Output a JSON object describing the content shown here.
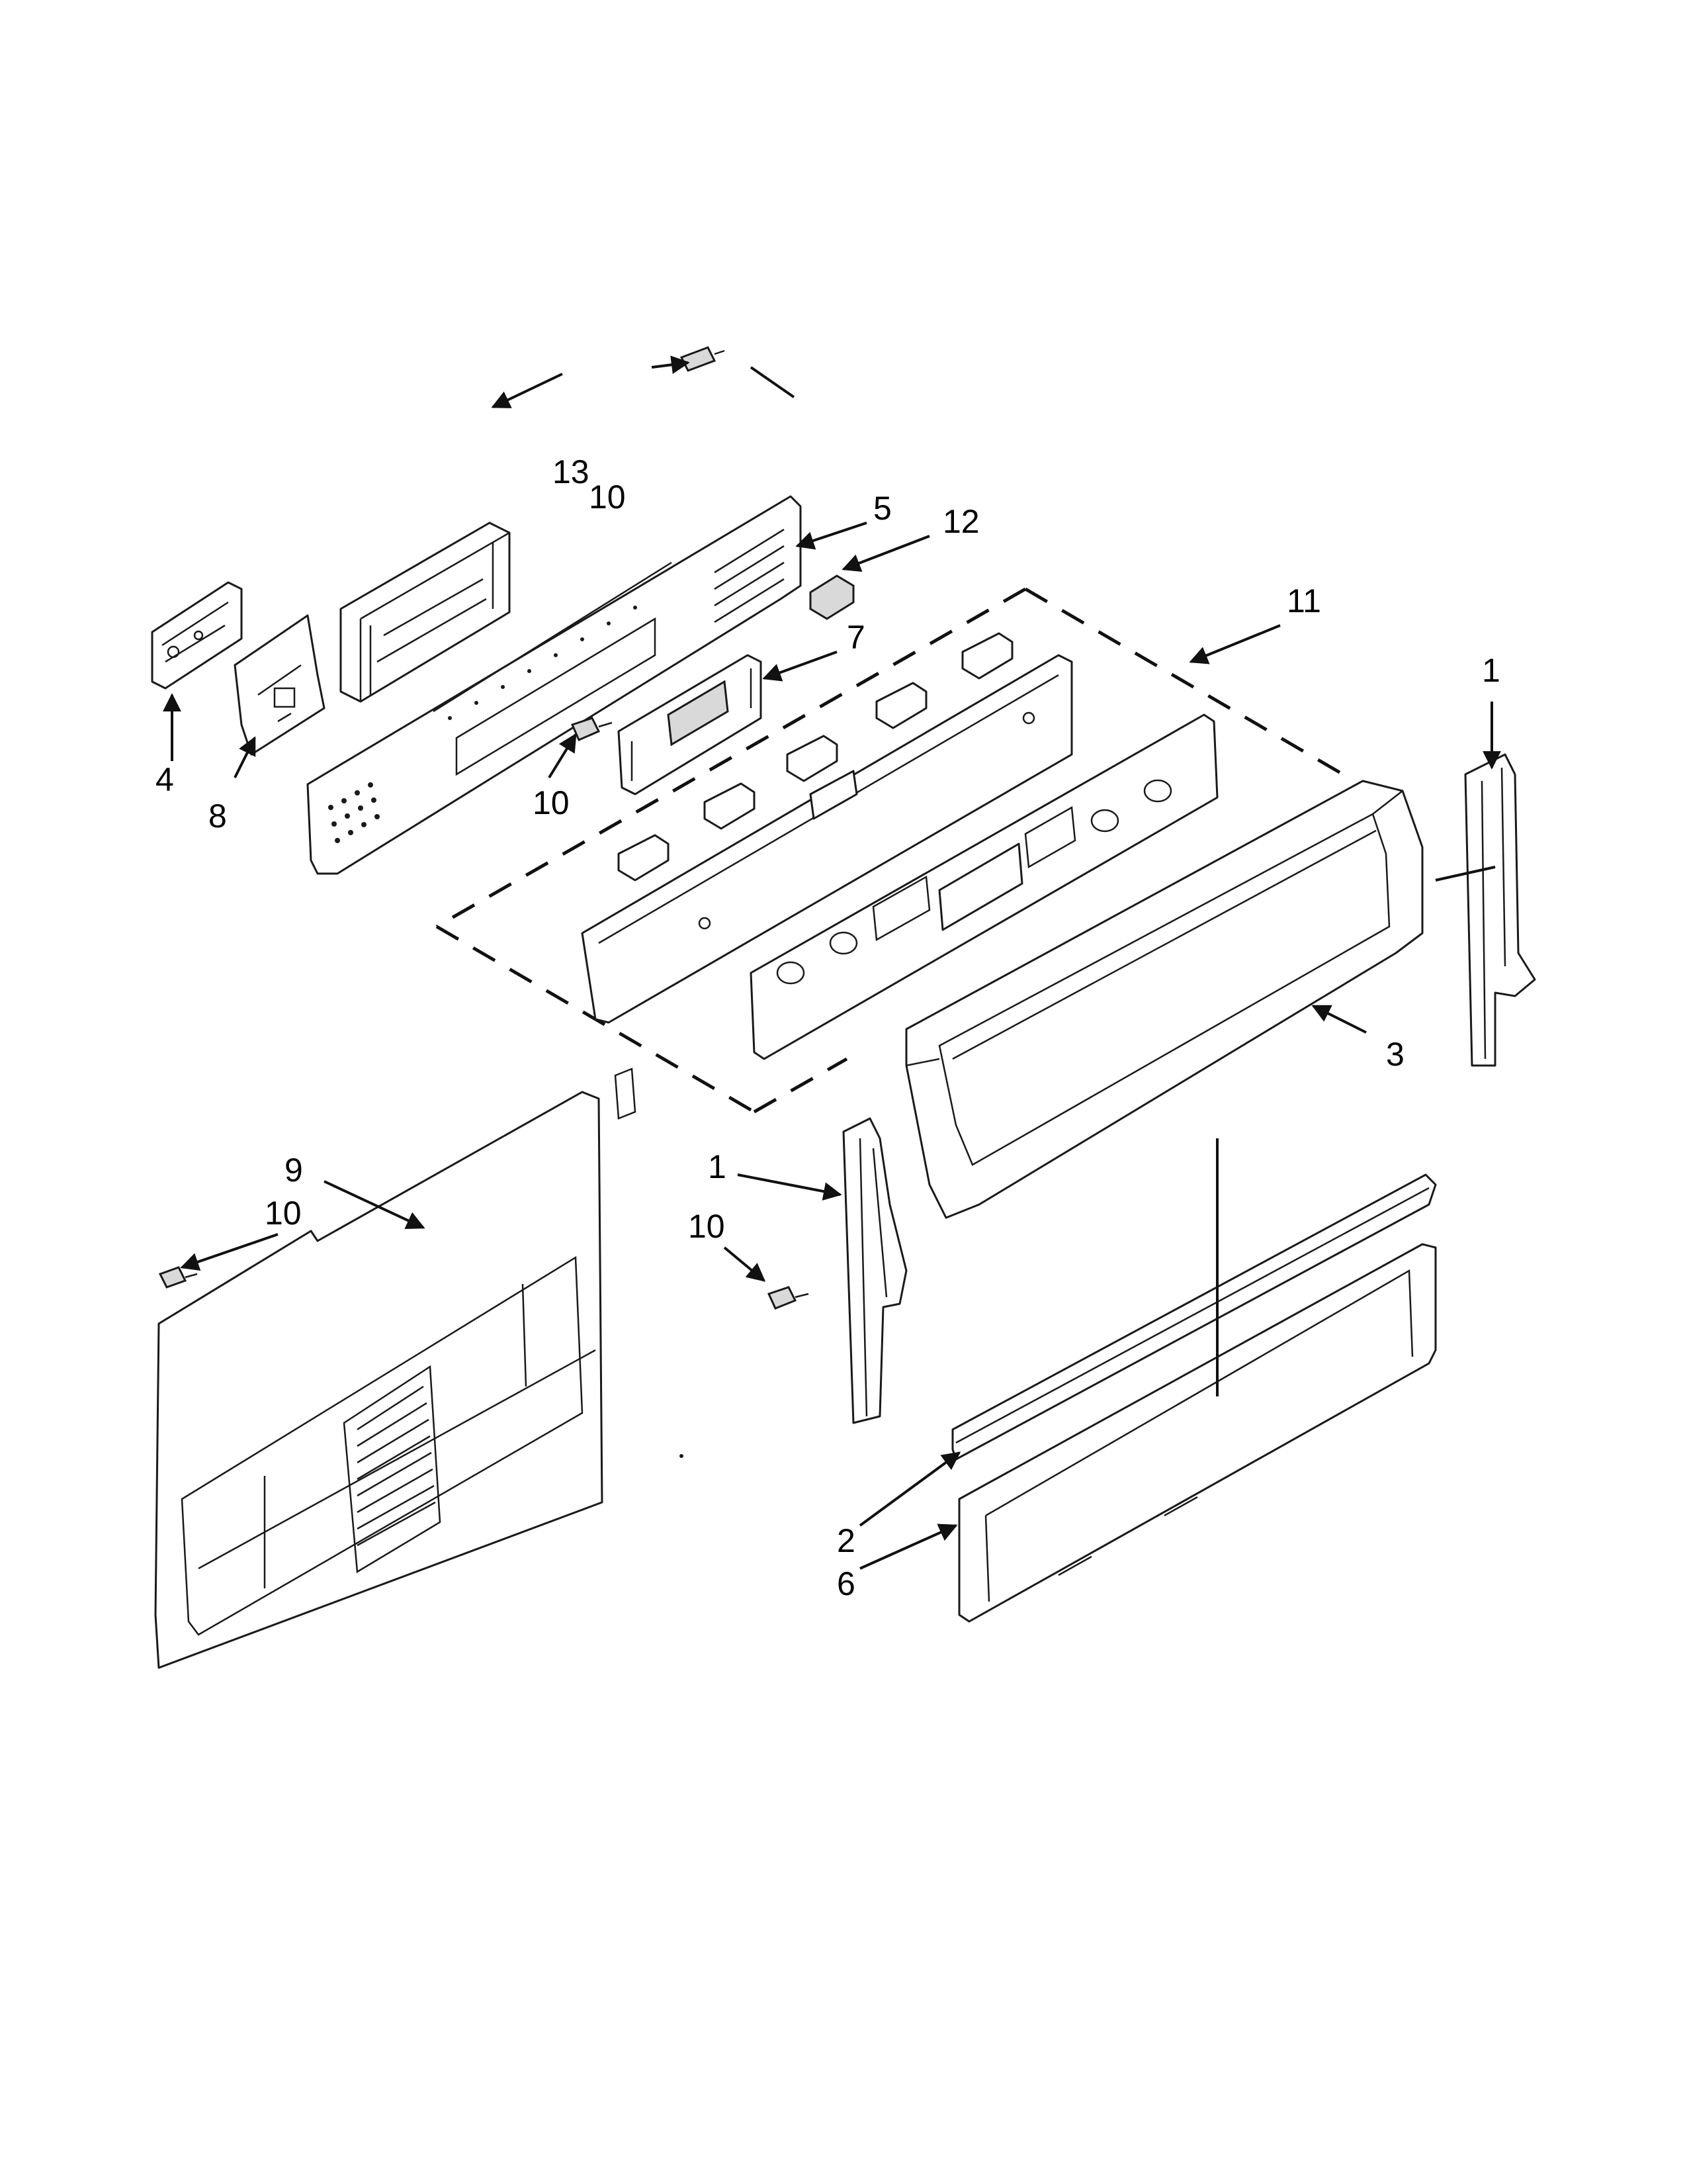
{
  "callouts": [
    {
      "id": "c13",
      "text": "13"
    },
    {
      "id": "c10a",
      "text": "10"
    },
    {
      "id": "c5",
      "text": "5"
    },
    {
      "id": "c12",
      "text": "12"
    },
    {
      "id": "c11",
      "text": "11"
    },
    {
      "id": "c7",
      "text": "7"
    },
    {
      "id": "c1a",
      "text": "1"
    },
    {
      "id": "c4",
      "text": "4"
    },
    {
      "id": "c8",
      "text": "8"
    },
    {
      "id": "c10b",
      "text": "10"
    },
    {
      "id": "c3",
      "text": "3"
    },
    {
      "id": "c9",
      "text": "9"
    },
    {
      "id": "c10c",
      "text": "10"
    },
    {
      "id": "c1b",
      "text": "1"
    },
    {
      "id": "c10d",
      "text": "10"
    },
    {
      "id": "c2",
      "text": "2"
    },
    {
      "id": "c6",
      "text": "6"
    }
  ],
  "colors": {
    "line": "#1a1a1a",
    "background": "#ffffff"
  }
}
